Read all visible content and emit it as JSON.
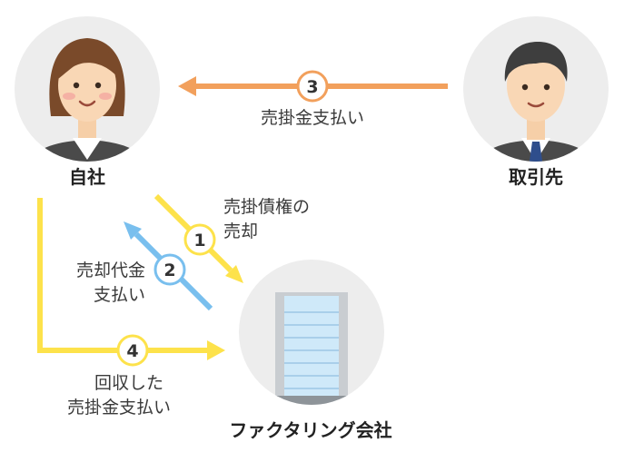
{
  "nodes": {
    "self": {
      "label": "自社"
    },
    "partner": {
      "label": "取引先"
    },
    "factoring": {
      "label": "ファクタリング会社"
    }
  },
  "steps": [
    {
      "number": "1",
      "label_line1": "売掛債権の",
      "label_line2": "売却"
    },
    {
      "number": "2",
      "label_line1": "売却代金",
      "label_line2": "支払い"
    },
    {
      "number": "3",
      "label": "売掛金支払い"
    },
    {
      "number": "4",
      "label_line1": "回収した",
      "label_line2": "売掛金支払い"
    }
  ],
  "colors": {
    "orange": "#F2A05C",
    "yellow": "#FDE24B",
    "blue": "#79BFEE",
    "circle_bg": "#EDEDED",
    "building": "#CFE9F9",
    "building_frame": "#C9CDD1"
  },
  "icons": {
    "self": "businesswoman-icon",
    "partner": "businessman-icon",
    "factoring": "office-building-icon"
  }
}
